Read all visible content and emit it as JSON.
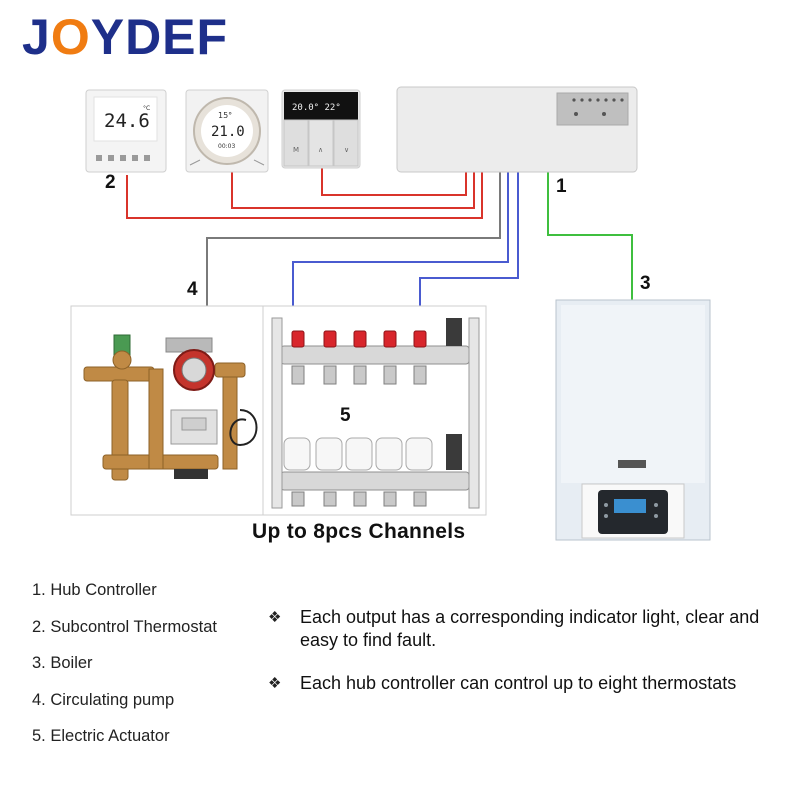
{
  "brand": {
    "name": "JOYDEF",
    "prefix": "J",
    "drop_letter": "O",
    "suffix": "YDEF"
  },
  "thermostats": [
    {
      "display": "24.6",
      "small": "°C"
    },
    {
      "display_top": "15°",
      "display_main": "21.0",
      "display_time": "00:03"
    },
    {
      "display": "20.0°  22°"
    }
  ],
  "callouts": {
    "hub": "1",
    "thermostat": "2",
    "boiler": "3",
    "pump": "4",
    "actuator": "5"
  },
  "channels_caption": "Up to 8pcs Channels",
  "legend": [
    "1. Hub Controller",
    "2. Subcontrol Thermostat",
    "3. Boiler",
    "4. Circulating pump",
    "5. Electric Actuator"
  ],
  "features": [
    {
      "bullet": "❖",
      "text": "Each output has a corresponding indicator light, clear and easy to find fault."
    },
    {
      "bullet": "❖",
      "text": "Each hub controller can control up to eight thermostats"
    }
  ],
  "colors": {
    "brand_blue": "#1e2f8a",
    "brand_orange": "#f07c12",
    "wire_red": "#d9342b",
    "wire_blue": "#4a5bd0",
    "wire_green": "#3fbf3f",
    "wire_gray": "#7a7a7a",
    "valve_red": "#d8262c",
    "brass": "#c08a45"
  }
}
